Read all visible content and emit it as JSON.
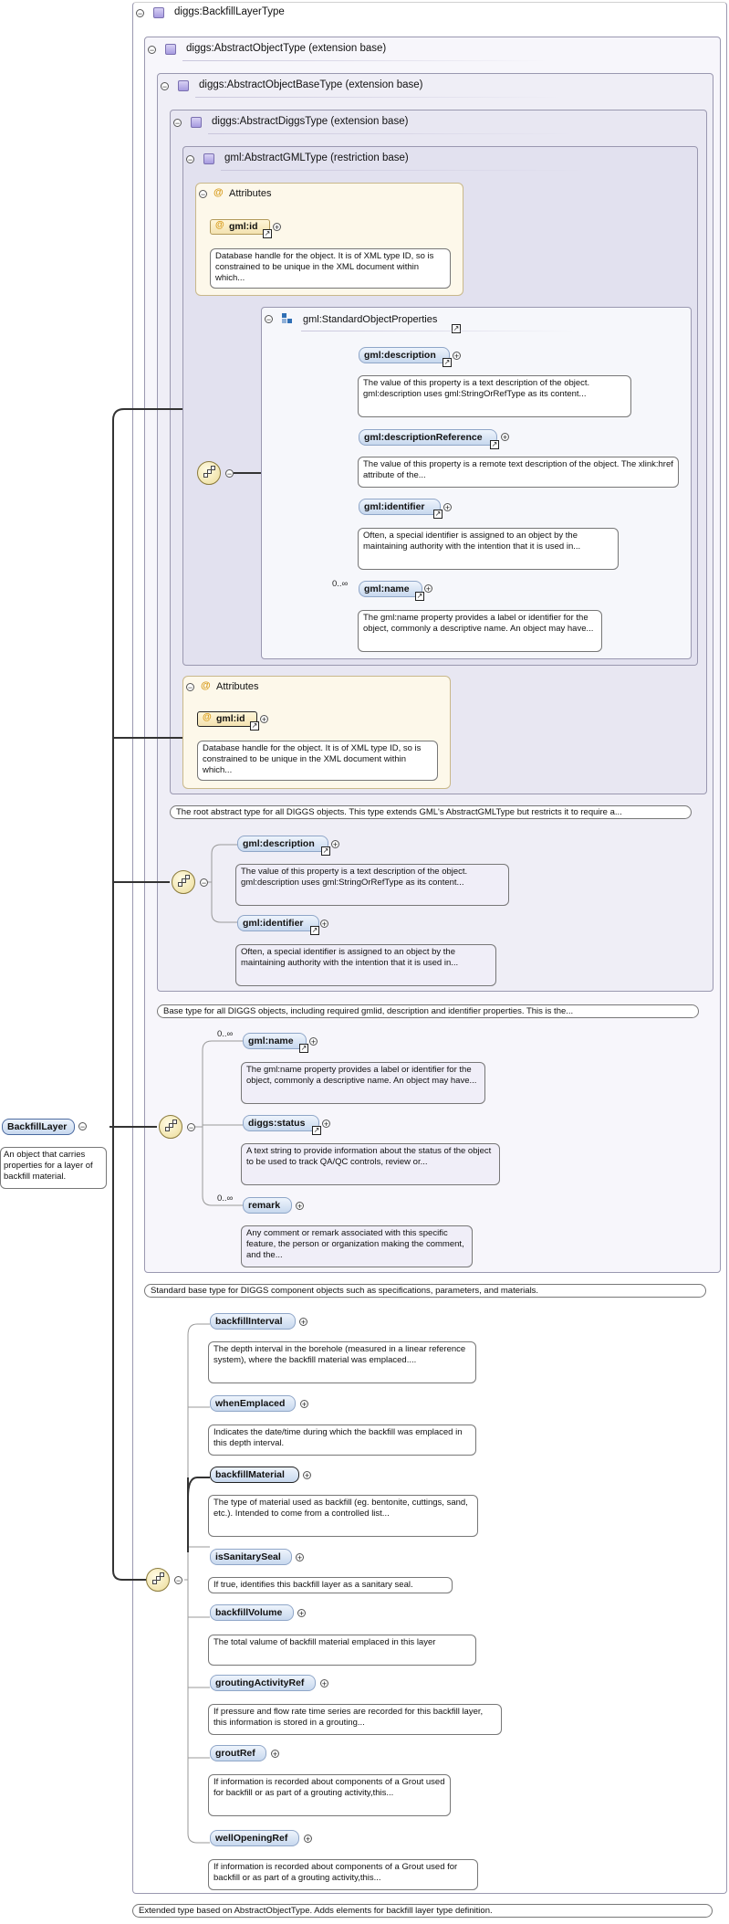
{
  "root": {
    "name": "BackfillLayer",
    "doc": "An object that carries properties for a layer of backfill material."
  },
  "types": {
    "t0": "diggs:BackfillLayerType",
    "t1": "diggs:AbstractObjectType (extension base)",
    "t2": "diggs:AbstractObjectBaseType (extension base)",
    "t3": "diggs:AbstractDiggsType (extension base)",
    "t4": "gml:AbstractGMLType (restriction base)"
  },
  "inner_attributes": {
    "title": "Attributes",
    "name": "gml:id",
    "doc": "Database handle for the object. It is of XML type ID, so is constrained to be unique in the XML document within which..."
  },
  "std_props": {
    "title": "gml:StandardObjectProperties",
    "elements": [
      {
        "name": "gml:description",
        "doc": "The value of this property is a text description of the object. gml:description uses gml:StringOrRefType as its content..."
      },
      {
        "name": "gml:descriptionReference",
        "doc": "The value of this property is a remote text description of the object. The xlink:href attribute of the..."
      },
      {
        "name": "gml:identifier",
        "doc": "Often, a special identifier is assigned to an object by the maintaining authority with the intention that it is used in..."
      },
      {
        "name": "gml:name",
        "mult": "0..∞",
        "doc": "The gml:name property provides a label or identifier for the object, commonly a descriptive name. An object may have..."
      }
    ]
  },
  "outer_attributes": {
    "title": "Attributes",
    "name": "gml:id",
    "doc": "Database handle for the object. It is of XML type ID, so is constrained to be unique in the XML document within which..."
  },
  "t3_doc": "The root abstract type for all DIGGS objects. This type extends GML's AbstractGMLType but restricts it to require a...",
  "t2_elements": [
    {
      "name": "gml:description",
      "doc": "The value of this property is a text description of the object. gml:description uses gml:StringOrRefType as its content..."
    },
    {
      "name": "gml:identifier",
      "doc": "Often, a special identifier is assigned to an object by the maintaining authority with the intention that it is used in..."
    }
  ],
  "t2_doc": "Base type for all DIGGS objects, including required gmlid, description and identifier properties. This is the...",
  "t1_elements": [
    {
      "name": "gml:name",
      "mult": "0..∞",
      "doc": "The gml:name property provides a label or identifier for the object, commonly a descriptive name. An object may have..."
    },
    {
      "name": "diggs:status",
      "doc": "A text string to provide information about the status of the object to be used to track QA/QC controls, review or..."
    },
    {
      "name": "remark",
      "mult": "0..∞",
      "doc": "Any comment or remark associated with this specific feature, the person or organization making the comment, and the..."
    }
  ],
  "t1_doc": "Standard base type for DIGGS component objects such as specifications, parameters, and materials.",
  "t0_elements": [
    {
      "name": "backfillInterval",
      "doc": "The depth interval in the borehole (measured in a linear reference system), where the backfill material was emplaced...."
    },
    {
      "name": "whenEmplaced",
      "doc": "Indicates the date/time during which the backfill was emplaced in this depth interval."
    },
    {
      "name": "backfillMaterial",
      "doc": "The type of material used as backfill (eg. bentonite, cuttings, sand, etc.). Intended to come from a controlled list..."
    },
    {
      "name": "isSanitarySeal",
      "doc": "If true, identifies this backfill layer as a sanitary seal."
    },
    {
      "name": "backfillVolume",
      "doc": "The total valume of backfill material emplaced in this layer"
    },
    {
      "name": "groutingActivityRef",
      "doc": "If pressure and flow rate time series are recorded for this backfill layer, this information is stored in a grouting..."
    },
    {
      "name": "groutRef",
      "doc": "If information is recorded about components of a Grout used for backfill or as part of a grouting activity,this..."
    },
    {
      "name": "wellOpeningRef",
      "doc": "If information is recorded about components of a Grout used for backfill or as part of a grouting activity,this..."
    }
  ],
  "t0_doc": "Extended type based on AbstractObjectType. Adds elements for backfill layer type definition."
}
